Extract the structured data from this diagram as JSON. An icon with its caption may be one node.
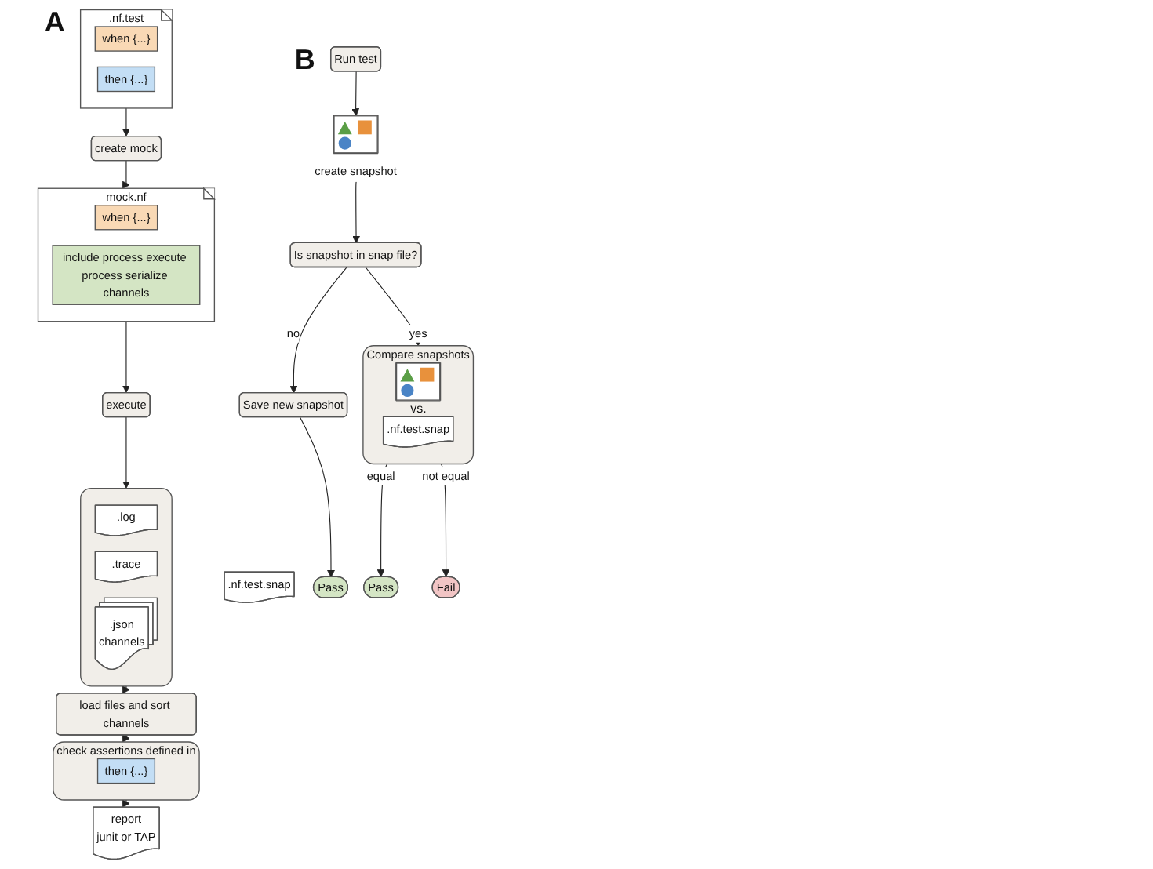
{
  "diagram": {
    "nodes": [
      {
        "text": [],
        "shape": "document",
        "beside": [
          ".nf.test"
        ]
      },
      {
        "text": [
          "when {...}"
        ],
        "in": 0
      },
      {
        "text": [
          "then {...}"
        ],
        "in": 0
      },
      {
        "text": [
          "create mock"
        ]
      },
      {
        "text": [],
        "shape": "document",
        "beside": [
          "mock.nf"
        ]
      },
      {
        "text": [
          "when {...}"
        ],
        "in": 4
      },
      {
        "text": [
          "include process execute process serialize channels"
        ],
        "in": 4
      },
      {
        "text": [
          "execute"
        ]
      },
      {
        "text": [],
        "shape": "box"
      },
      {
        "text": [
          ".log"
        ],
        "in": 8
      },
      {
        "text": [
          ".trace"
        ],
        "in": 8
      },
      {
        "text": [
          ".json",
          "channels"
        ],
        "in": 8
      },
      {
        "text": [
          "load files and sort channels"
        ]
      },
      {
        "text": [
          "check assertions defined in"
        ]
      },
      {
        "text": [
          "then {...}"
        ],
        "in": 13
      },
      {
        "text": [
          "report",
          "junit or TAP"
        ]
      },
      {
        "text": [
          "Run test"
        ]
      },
      {
        "text": [
          "create snapshot"
        ]
      },
      {
        "text": [
          "Is snapshot in snap file?"
        ]
      },
      {
        "text": [
          "Save new snapshot"
        ]
      },
      {
        "text": [
          ".nf.test.snap"
        ]
      },
      {
        "text": [
          "Pass"
        ]
      },
      {
        "text": [
          "Compare snapshots"
        ]
      },
      {
        "text": [],
        "shape": "picture",
        "in": 22
      },
      {
        "text": [
          ".nf.test.snap"
        ],
        "in": 22
      },
      {
        "text": [
          "Pass"
        ]
      },
      {
        "text": [
          "Fail"
        ]
      }
    ],
    "edges": [
      {
        "from": 0,
        "to": 3,
        "arrow": "to"
      },
      {
        "from": 3,
        "to": 4,
        "arrow": "to"
      },
      {
        "from": 4,
        "to": 7,
        "arrow": "to"
      },
      {
        "from": 7,
        "to": 8,
        "arrow": "to"
      },
      {
        "from": 8,
        "to": 12,
        "arrow": "to"
      },
      {
        "from": 12,
        "to": 13,
        "arrow": "to"
      },
      {
        "from": 13,
        "to": 15,
        "arrow": "to"
      },
      {
        "from": 16,
        "to": 17,
        "arrow": "to"
      },
      {
        "from": 17,
        "to": 18,
        "arrow": "to"
      },
      {
        "from": 18,
        "to": 19,
        "arrow": "to",
        "label": "no"
      },
      {
        "from": 18,
        "to": 22,
        "arrow": "to",
        "label": "yes"
      },
      {
        "from": 19,
        "to": 21,
        "arrow": "to"
      },
      {
        "from": 22,
        "to": 25,
        "arrow": "to",
        "label": "equal"
      },
      {
        "from": 22,
        "to": 26,
        "arrow": "to",
        "label": "not equal"
      }
    ],
    "labels": [
      "A",
      "B",
      "vs."
    ]
  }
}
